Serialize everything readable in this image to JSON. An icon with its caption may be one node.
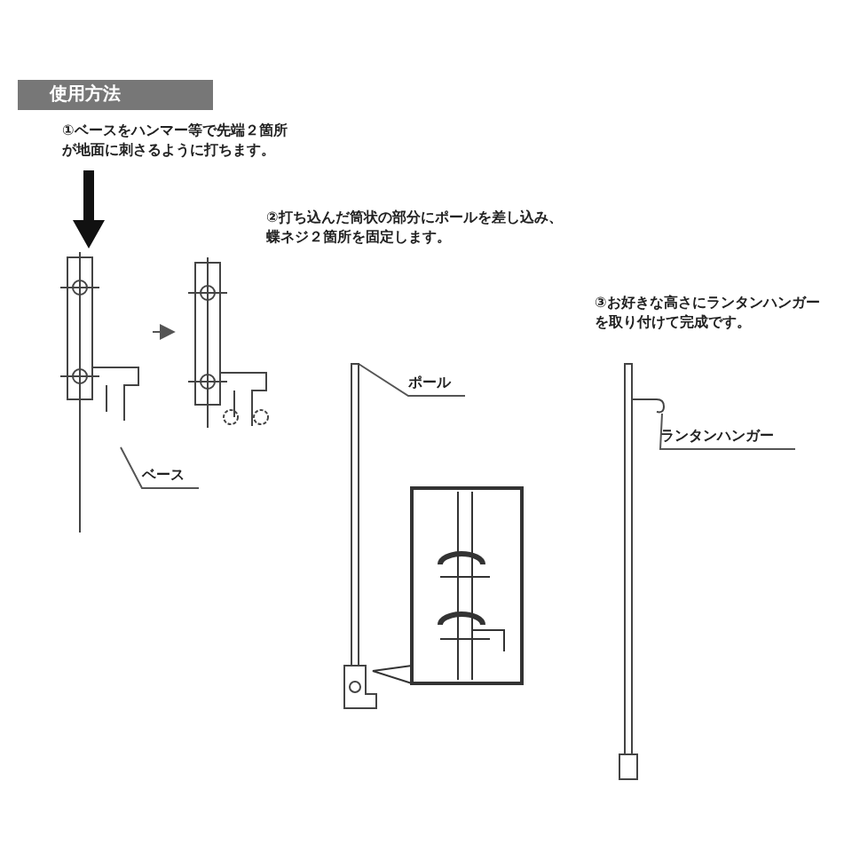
{
  "diagram": {
    "title": "使用方法",
    "nodes": [
      {
        "text": [
          "ベース"
        ]
      },
      {
        "text": [],
        "shape": "stake"
      },
      {
        "text": [],
        "shape": "stake"
      },
      {
        "text": [
          "ポール"
        ]
      },
      {
        "text": [],
        "shape": "pole"
      },
      {
        "text": [
          "ランタンハンガー"
        ]
      },
      {
        "text": [],
        "shape": "hook"
      }
    ],
    "edges": [
      {
        "from": 0,
        "to": 1,
        "arrow": "none"
      },
      {
        "from": 1,
        "to": 2,
        "arrow": "to"
      },
      {
        "from": 3,
        "to": 4,
        "arrow": "none"
      },
      {
        "from": 5,
        "to": 6,
        "arrow": "none"
      }
    ],
    "labels": [
      "①ベースをハンマー等で先端２箇所が地面に刺さるように打ちます。",
      "②打ち込んだ筒状の部分にポールを差し込み、蝶ネジ２箇所を固定します。",
      "③お好きな高さにランタンハンガーを取り付けて完成です。"
    ]
  }
}
